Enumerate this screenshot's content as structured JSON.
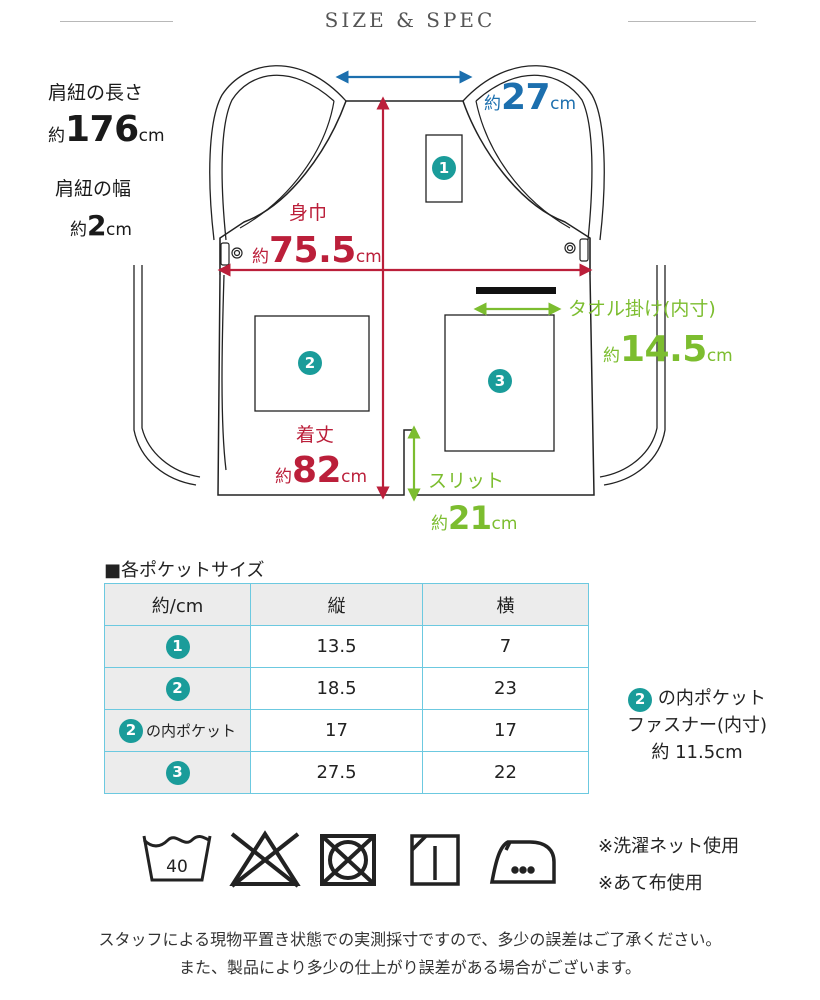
{
  "header": {
    "title": "SIZE & SPEC"
  },
  "labels": {
    "strap_length_label": "肩紐の長さ",
    "strap_length_prefix": "約",
    "strap_length_value": "176",
    "strap_length_unit": "cm",
    "strap_width_label": "肩紐の幅",
    "strap_width_prefix": "約",
    "strap_width_value": "2",
    "strap_width_unit": "cm",
    "neck_prefix": "約",
    "neck_value": "27",
    "neck_unit": "cm",
    "body_width_label": "身巾",
    "body_width_prefix": "約",
    "body_width_value": "75.5",
    "body_width_unit": "cm",
    "length_label": "着丈",
    "length_prefix": "約",
    "length_value": "82",
    "length_unit": "cm",
    "towel_label": "タオル掛け(内寸)",
    "towel_prefix": "約",
    "towel_value": "14.5",
    "towel_unit": "cm",
    "slit_label": "スリット",
    "slit_prefix": "約",
    "slit_value": "21",
    "slit_unit": "cm",
    "pocket1_badge": "1",
    "pocket2_badge": "2",
    "pocket3_badge": "3"
  },
  "colors": {
    "red": "#bb1f3a",
    "blue": "#1c6fae",
    "green": "#7cbd2f",
    "badge": "#1a9c9a",
    "table_border": "#6cc9e0"
  },
  "table": {
    "title": "■各ポケットサイズ",
    "headers": [
      "約/cm",
      "縦",
      "横"
    ],
    "rows": [
      {
        "badge": "1",
        "label": "",
        "tate": "13.5",
        "yoko": "7"
      },
      {
        "badge": "2",
        "label": "",
        "tate": "18.5",
        "yoko": "23"
      },
      {
        "badge": "2",
        "label": "の内ポケット",
        "tate": "17",
        "yoko": "17"
      },
      {
        "badge": "3",
        "label": "",
        "tate": "27.5",
        "yoko": "22"
      }
    ]
  },
  "side_note": {
    "badge": "2",
    "line1": "の内ポケット",
    "line2": "ファスナー(内寸)",
    "line3": "約 11.5cm"
  },
  "care": {
    "wash_temp": "40",
    "icons": [
      "wash-40-icon",
      "no-bleach-icon",
      "no-tumble-dry-icon",
      "line-dry-shade-icon",
      "iron-low-icon"
    ],
    "note1": "※洗濯ネット使用",
    "note2": "※あて布使用"
  },
  "footer": {
    "line1": "スタッフによる現物平置き状態での実測採寸ですので、多少の誤差はご了承ください。",
    "line2": "また、製品により多少の仕上がり誤差がある場合がございます。"
  }
}
